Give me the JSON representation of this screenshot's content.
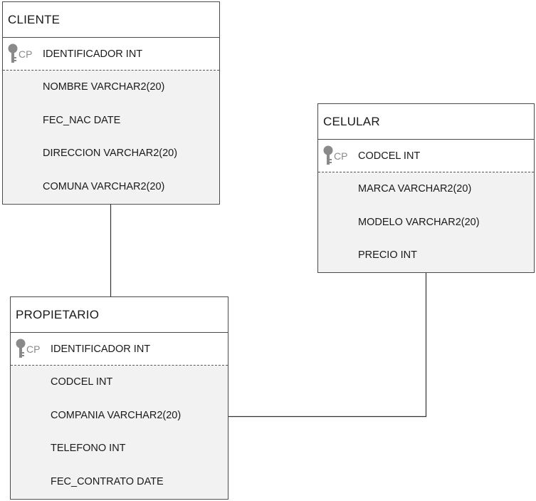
{
  "entities": {
    "cliente": {
      "title": "CLIENTE",
      "pk": {
        "badge": "CP",
        "field": "IDENTIFICADOR INT"
      },
      "attributes": [
        "NOMBRE VARCHAR2(20)",
        "FEC_NAC DATE",
        "DIRECCION VARCHAR2(20)",
        "COMUNA VARCHAR2(20)"
      ]
    },
    "celular": {
      "title": "CELULAR",
      "pk": {
        "badge": "CP",
        "field": "CODCEL INT"
      },
      "attributes": [
        "MARCA VARCHAR2(20)",
        "MODELO VARCHAR2(20)",
        "PRECIO INT"
      ]
    },
    "propietario": {
      "title": "PROPIETARIO",
      "pk": {
        "badge": "CP",
        "field": "IDENTIFICADOR INT"
      },
      "attributes": [
        "CODCEL INT",
        "COMPANIA VARCHAR2(20)",
        "TELEFONO INT",
        "FEC_CONTRATO DATE"
      ]
    }
  },
  "relationships": [
    {
      "from": "cliente",
      "to": "propietario"
    },
    {
      "from": "celular",
      "to": "propietario"
    }
  ],
  "icons": {
    "primary_key": "key-icon"
  },
  "colors": {
    "border": "#4a4a4a",
    "attr_background": "#f2f2f2",
    "key_icon": "#8a8a8a"
  }
}
